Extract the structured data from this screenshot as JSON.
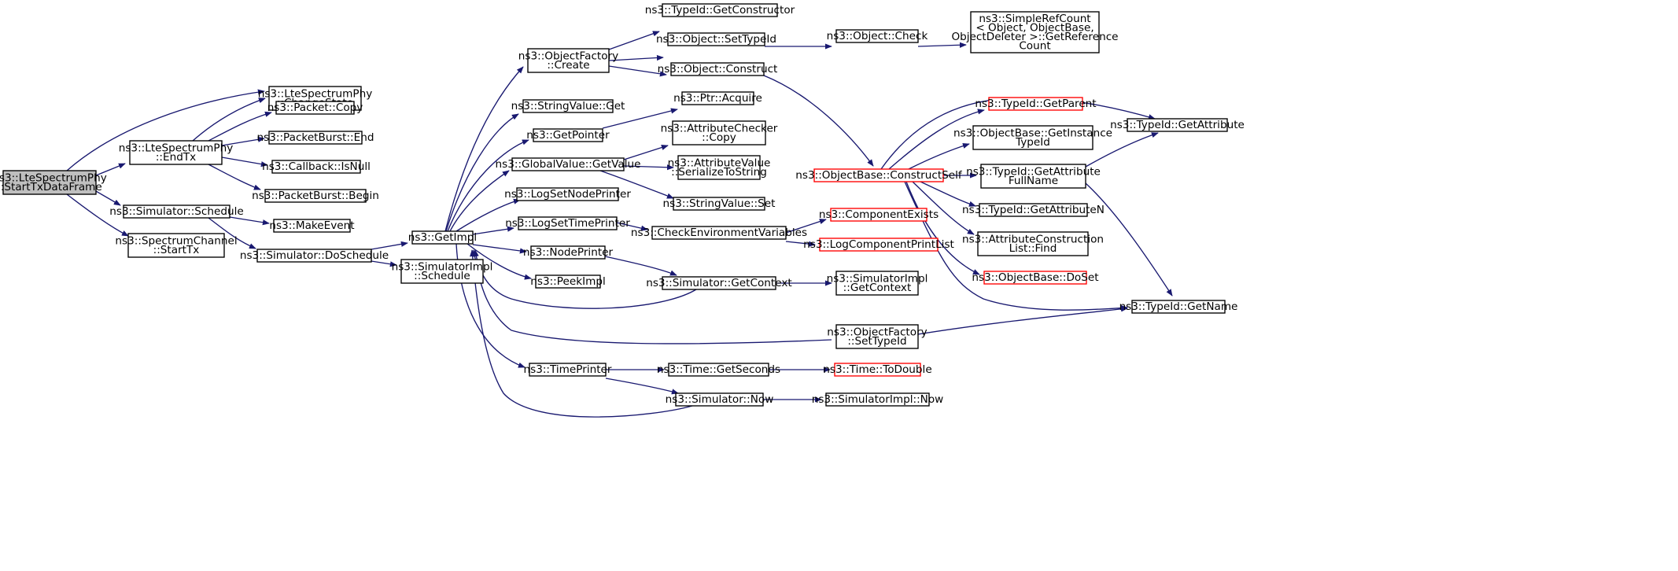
{
  "colors": {
    "edge": "#191970",
    "node_border": "#000000",
    "node_fill": "#ffffff",
    "root_fill": "#bfbfbf",
    "truncated_border": "#ff0000"
  },
  "nodes": [
    {
      "id": "root",
      "lines": [
        "ns3::LteSpectrumPhy",
        "::StartTxDataFrame"
      ],
      "style": "root"
    },
    {
      "id": "changestate",
      "lines": [
        "ns3::LteSpectrumPhy",
        "::ChangeState"
      ],
      "style": "normal"
    },
    {
      "id": "endtx",
      "lines": [
        "ns3::LteSpectrumPhy",
        "::EndTx"
      ],
      "style": "normal"
    },
    {
      "id": "sim_schedule",
      "lines": [
        "ns3::Simulator::Schedule"
      ],
      "style": "normal"
    },
    {
      "id": "spectrum_starttx",
      "lines": [
        "ns3::SpectrumChannel",
        "::StartTx"
      ],
      "style": "normal"
    },
    {
      "id": "packet_copy",
      "lines": [
        "ns3::Packet::Copy"
      ],
      "style": "normal"
    },
    {
      "id": "pburst_end",
      "lines": [
        "ns3::PacketBurst::End"
      ],
      "style": "normal"
    },
    {
      "id": "cb_isnull",
      "lines": [
        "ns3::Callback::IsNull"
      ],
      "style": "normal"
    },
    {
      "id": "pburst_begin",
      "lines": [
        "ns3::PacketBurst::Begin"
      ],
      "style": "normal"
    },
    {
      "id": "makeevent",
      "lines": [
        "ns3::MakeEvent"
      ],
      "style": "normal"
    },
    {
      "id": "doschedule",
      "lines": [
        "ns3::Simulator::DoSchedule"
      ],
      "style": "normal"
    },
    {
      "id": "getimpl",
      "lines": [
        "ns3::GetImpl"
      ],
      "style": "normal"
    },
    {
      "id": "simimpl_schedule",
      "lines": [
        "ns3::SimulatorImpl",
        "::Schedule"
      ],
      "style": "normal"
    },
    {
      "id": "of_create",
      "lines": [
        "ns3::ObjectFactory",
        "::Create"
      ],
      "style": "normal"
    },
    {
      "id": "strval_get",
      "lines": [
        "ns3::StringValue::Get"
      ],
      "style": "normal"
    },
    {
      "id": "getpointer",
      "lines": [
        "ns3::GetPointer"
      ],
      "style": "normal"
    },
    {
      "id": "gv_getvalue",
      "lines": [
        "ns3::GlobalValue::GetValue"
      ],
      "style": "normal"
    },
    {
      "id": "logsetnode",
      "lines": [
        "ns3::LogSetNodePrinter"
      ],
      "style": "normal"
    },
    {
      "id": "logsettime",
      "lines": [
        "ns3::LogSetTimePrinter"
      ],
      "style": "normal"
    },
    {
      "id": "nodeprinter",
      "lines": [
        "ns3::NodePrinter"
      ],
      "style": "normal"
    },
    {
      "id": "peekimpl",
      "lines": [
        "ns3::PeekImpl"
      ],
      "style": "normal"
    },
    {
      "id": "timeprinter",
      "lines": [
        "ns3::TimePrinter"
      ],
      "style": "normal"
    },
    {
      "id": "tid_getctor",
      "lines": [
        "ns3::TypeId::GetConstructor"
      ],
      "style": "normal"
    },
    {
      "id": "obj_settypeid",
      "lines": [
        "ns3::Object::SetTypeId"
      ],
      "style": "normal"
    },
    {
      "id": "obj_construct",
      "lines": [
        "ns3::Object::Construct"
      ],
      "style": "normal"
    },
    {
      "id": "ptr_acquire",
      "lines": [
        "ns3::Ptr::Acquire"
      ],
      "style": "normal"
    },
    {
      "id": "ac_copy",
      "lines": [
        "ns3::AttributeChecker",
        "::Copy"
      ],
      "style": "normal"
    },
    {
      "id": "av_serialize",
      "lines": [
        "ns3::AttributeValue",
        "::SerializeToString"
      ],
      "style": "normal"
    },
    {
      "id": "strval_set",
      "lines": [
        "ns3::StringValue::Set"
      ],
      "style": "normal"
    },
    {
      "id": "checkenv",
      "lines": [
        "ns3::CheckEnvironmentVariables"
      ],
      "style": "normal"
    },
    {
      "id": "sim_getcontext",
      "lines": [
        "ns3::Simulator::GetContext"
      ],
      "style": "normal"
    },
    {
      "id": "of_settypeid",
      "lines": [
        "ns3::ObjectFactory",
        "::SetTypeId"
      ],
      "style": "normal"
    },
    {
      "id": "time_getseconds",
      "lines": [
        "ns3::Time::GetSeconds"
      ],
      "style": "normal"
    },
    {
      "id": "sim_now",
      "lines": [
        "ns3::Simulator::Now"
      ],
      "style": "normal"
    },
    {
      "id": "obj_check",
      "lines": [
        "ns3::Object::Check"
      ],
      "style": "normal"
    },
    {
      "id": "srefcount",
      "lines": [
        "ns3::SimpleRefCount",
        "< Object, ObjectBase,",
        " ObjectDeleter >::GetReference",
        "Count"
      ],
      "style": "normal"
    },
    {
      "id": "ob_constructself",
      "lines": [
        "ns3::ObjectBase::ConstructSelf"
      ],
      "style": "truncated"
    },
    {
      "id": "compexists",
      "lines": [
        "ns3::ComponentExists"
      ],
      "style": "truncated"
    },
    {
      "id": "logcomplist",
      "lines": [
        "ns3::LogComponentPrintList"
      ],
      "style": "truncated"
    },
    {
      "id": "simimpl_getcontext",
      "lines": [
        "ns3::SimulatorImpl",
        "::GetContext"
      ],
      "style": "normal"
    },
    {
      "id": "time_todouble",
      "lines": [
        "ns3::Time::ToDouble"
      ],
      "style": "truncated"
    },
    {
      "id": "simimpl_now",
      "lines": [
        "ns3::SimulatorImpl::Now"
      ],
      "style": "normal"
    },
    {
      "id": "tid_getparent",
      "lines": [
        "ns3::TypeId::GetParent"
      ],
      "style": "truncated"
    },
    {
      "id": "ob_getinstance",
      "lines": [
        "ns3::ObjectBase::GetInstance",
        "TypeId"
      ],
      "style": "normal"
    },
    {
      "id": "tid_getattrfullname",
      "lines": [
        "ns3::TypeId::GetAttribute",
        "FullName"
      ],
      "style": "normal"
    },
    {
      "id": "tid_getattrn",
      "lines": [
        "ns3::TypeId::GetAttributeN"
      ],
      "style": "normal"
    },
    {
      "id": "acl_find",
      "lines": [
        "ns3::AttributeConstruction",
        "List::Find"
      ],
      "style": "normal"
    },
    {
      "id": "ob_doset",
      "lines": [
        "ns3::ObjectBase::DoSet"
      ],
      "style": "truncated"
    },
    {
      "id": "tid_getattribute",
      "lines": [
        "ns3::TypeId::GetAttribute"
      ],
      "style": "normal"
    },
    {
      "id": "tid_getname",
      "lines": [
        "ns3::TypeId::GetName"
      ],
      "style": "normal"
    }
  ]
}
